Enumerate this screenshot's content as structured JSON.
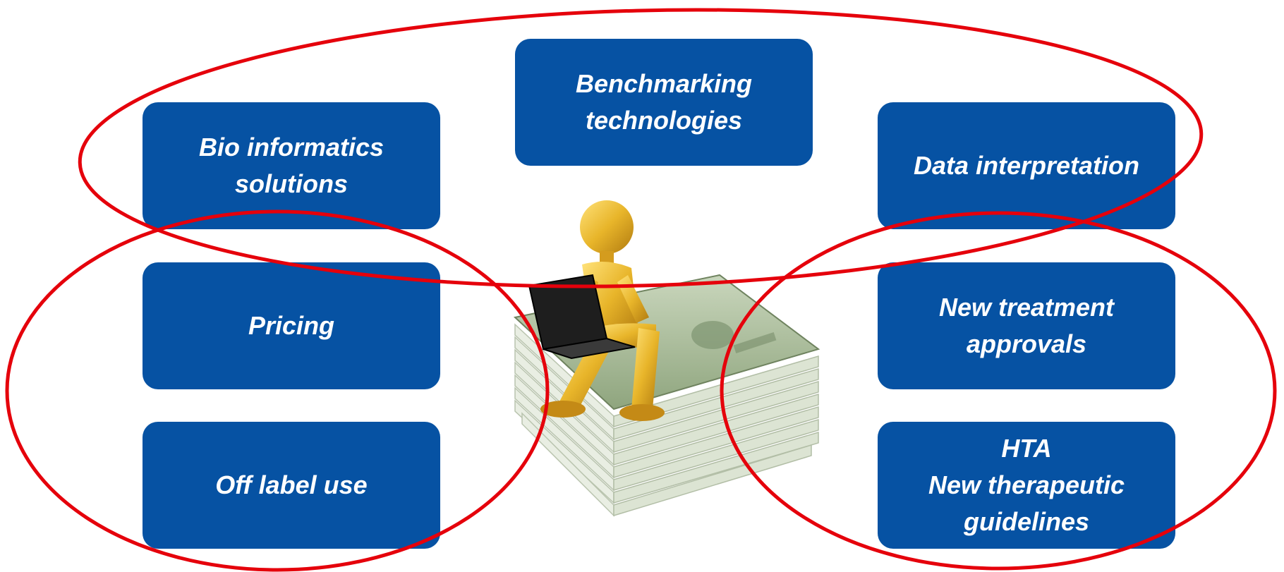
{
  "colors": {
    "box_fill": "#0652A3",
    "ellipse_stroke": "#E5000B",
    "figure_gold": "#E8B52A",
    "money_green": "#9DB38C"
  },
  "boxes": {
    "bio": "Bio informatics\nsolutions",
    "bench": "Benchmarking\ntechnologies",
    "data": "Data interpretation",
    "pricing": "Pricing",
    "newtreat": "New treatment\napprovals",
    "offlabel": "Off label use",
    "hta": "HTA\nNew therapeutic\nguidelines"
  },
  "icons": {
    "figure": "person-on-laptop-sitting-on-money-icon"
  }
}
